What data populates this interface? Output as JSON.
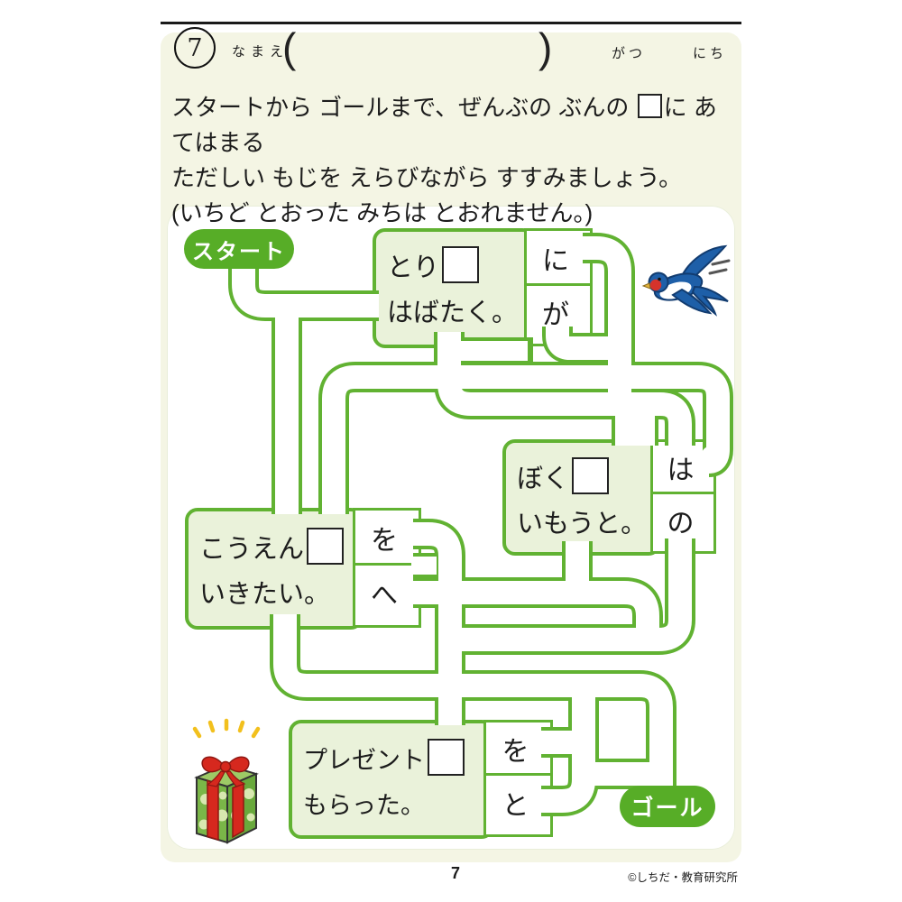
{
  "colors": {
    "card_bg": "#f4f5e4",
    "panel_bg": "#ffffff",
    "path_green": "#61b232",
    "badge_green": "#57ad27",
    "box_fill": "#eaf2da",
    "text_black": "#1c1c1c"
  },
  "header": {
    "number": "7",
    "name_label": "なまえ",
    "paren_open": "(",
    "paren_close": ")",
    "month_label": "がつ",
    "day_label": "にち"
  },
  "instructions": {
    "line1_before": "スタートから ゴールまで、ぜんぶの ぶんの ",
    "line1_after": "に あてはまる",
    "line2": "ただしい もじを えらびながら すすみましょう。",
    "line3": "(いちど とおった みちは とおれません。)"
  },
  "maze": {
    "start_label": "スタート",
    "goal_label": "ゴール",
    "boxes": [
      {
        "text1": "とり",
        "text2": "はばたく。",
        "options": [
          "に",
          "が"
        ]
      },
      {
        "text1": "ぼく",
        "text2": "いもうと。",
        "options": [
          "は",
          "の"
        ]
      },
      {
        "text1": "こうえん",
        "text2": "いきたい。",
        "options": [
          "を",
          "へ"
        ]
      },
      {
        "text1": "プレゼント",
        "text2": "もらった。",
        "options": [
          "を",
          "と"
        ]
      }
    ],
    "illustrations": [
      "swallow-bird",
      "gift-box"
    ]
  },
  "footer": {
    "page_number": "7",
    "copyright": "©しちだ・教育研究所"
  }
}
